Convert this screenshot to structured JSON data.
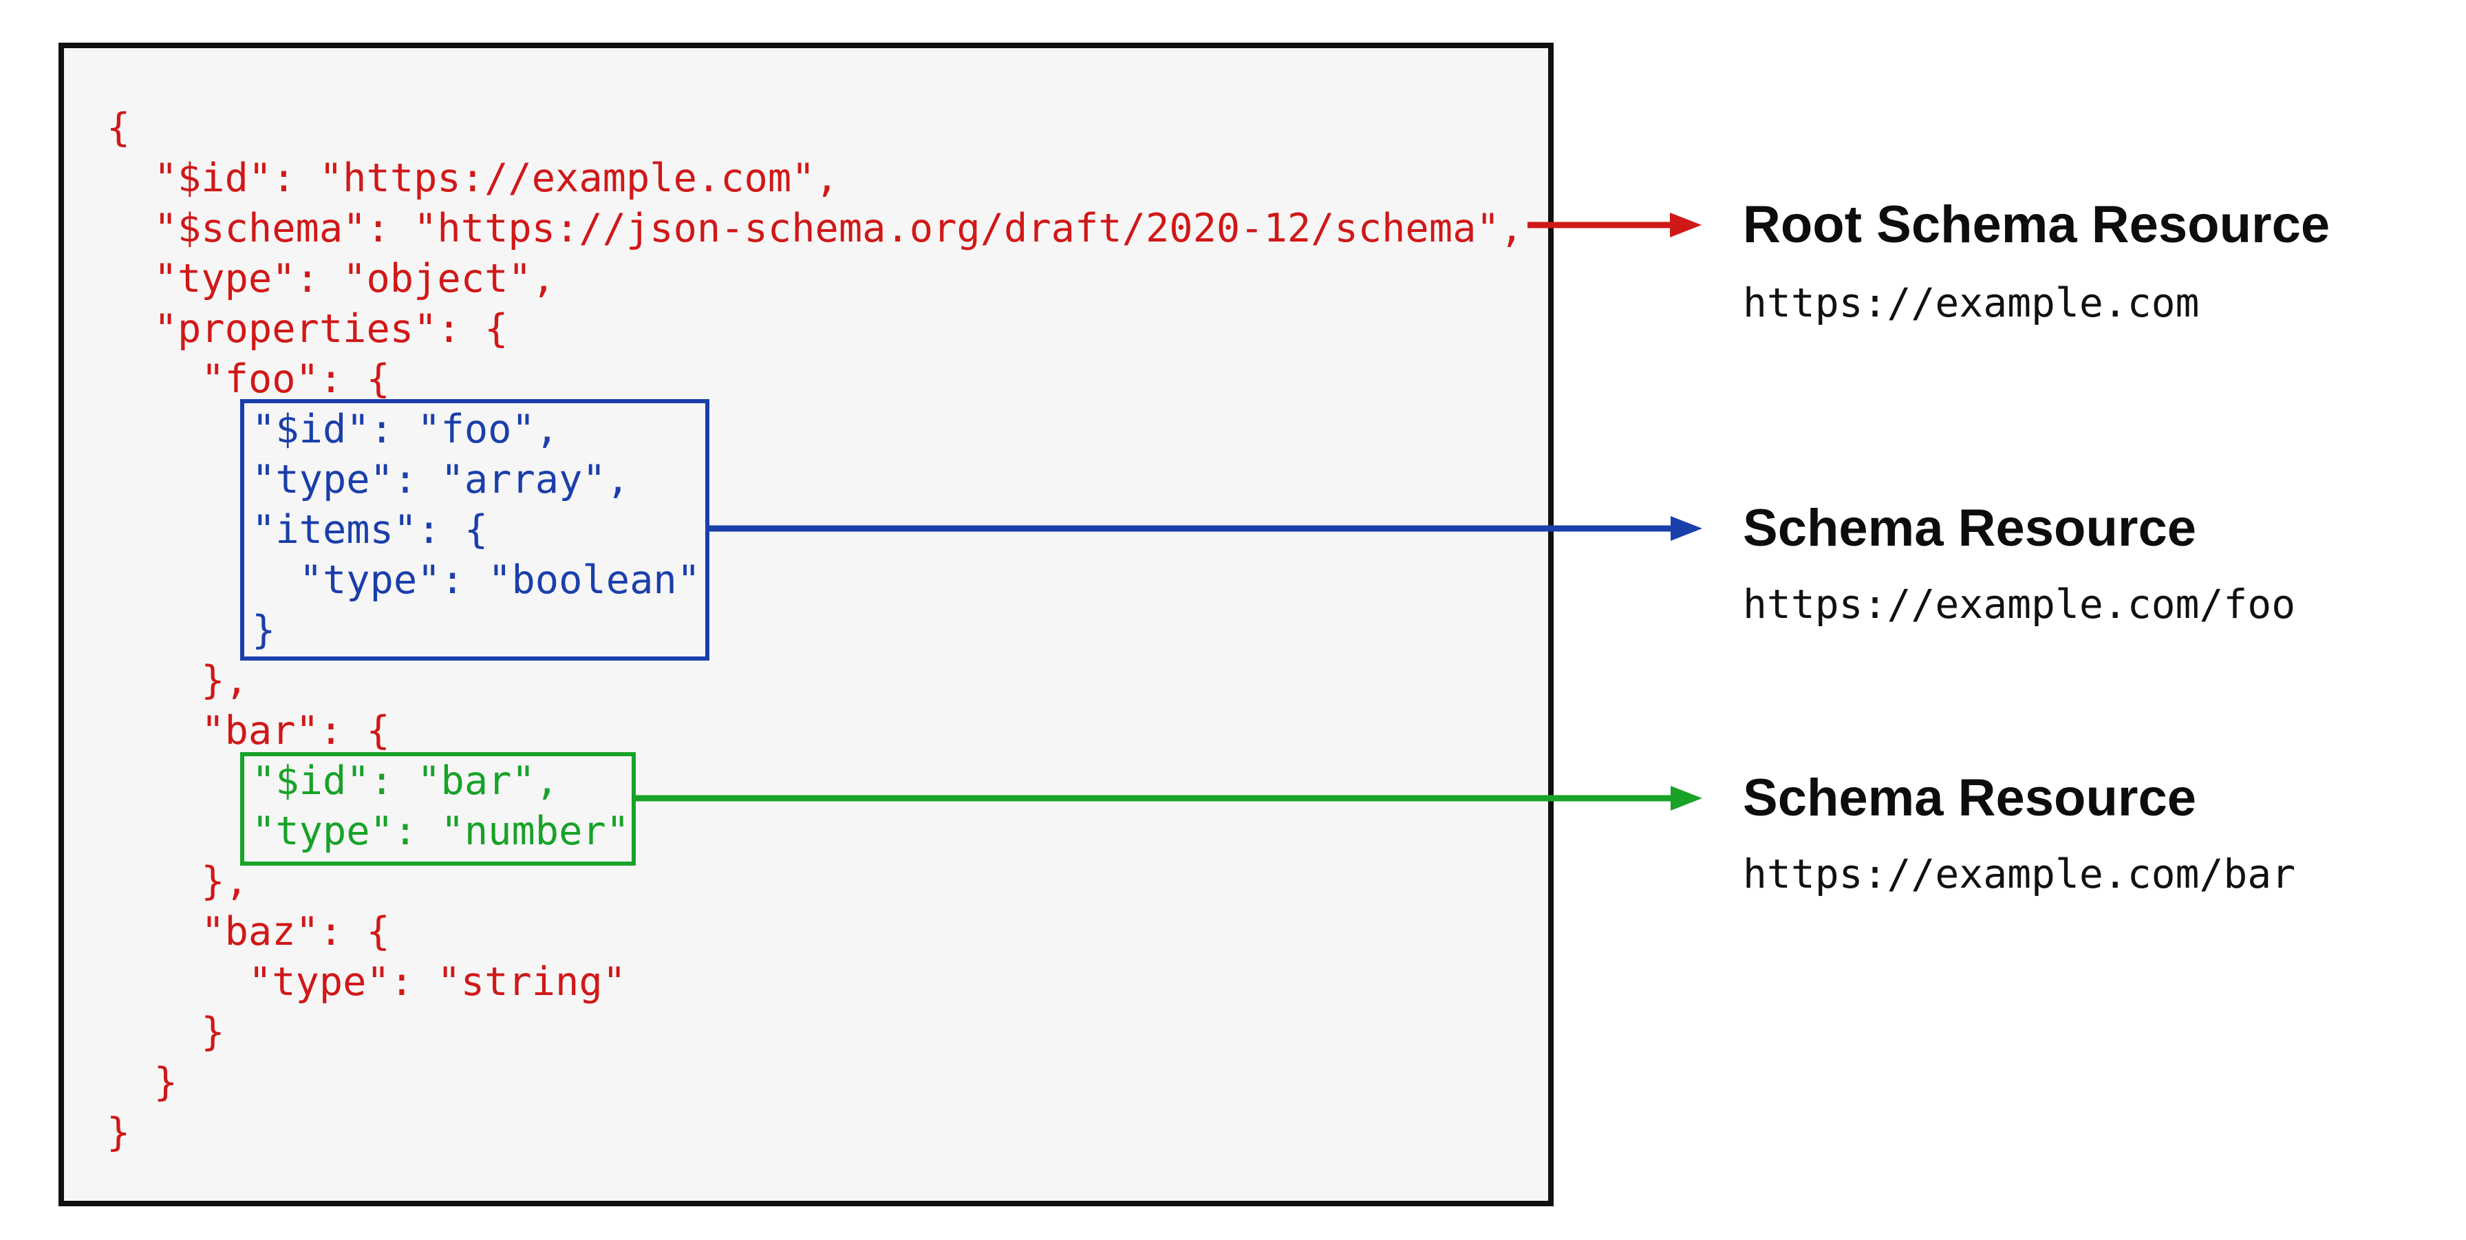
{
  "colors": {
    "red": "#d01818",
    "blue": "#1b3faa",
    "green": "#18a228",
    "panel_border": "#111111",
    "panel_background": "#f6f6f6"
  },
  "code": {
    "segment_root_top": "{\n  \"$id\": \"https://example.com\",\n  \"$schema\": \"https://json-schema.org/draft/2020-12/schema\",\n  \"type\": \"object\",\n  \"properties\": {\n    \"foo\": {",
    "segment_foo_resource": "\"$id\": \"foo\",\n\"type\": \"array\",\n\"items\": {\n  \"type\": \"boolean\"\n}",
    "segment_root_middle": "    },\n    \"bar\": {",
    "segment_bar_resource": "\"$id\": \"bar\",\n\"type\": \"number\"",
    "segment_root_bottom": "    },\n    \"baz\": {\n      \"type\": \"string\"\n    }\n  }\n}"
  },
  "annotations": {
    "root": {
      "title": "Root Schema Resource",
      "uri": "https://example.com"
    },
    "foo": {
      "title": "Schema Resource",
      "uri": "https://example.com/foo"
    },
    "bar": {
      "title": "Schema Resource",
      "uri": "https://example.com/bar"
    }
  }
}
